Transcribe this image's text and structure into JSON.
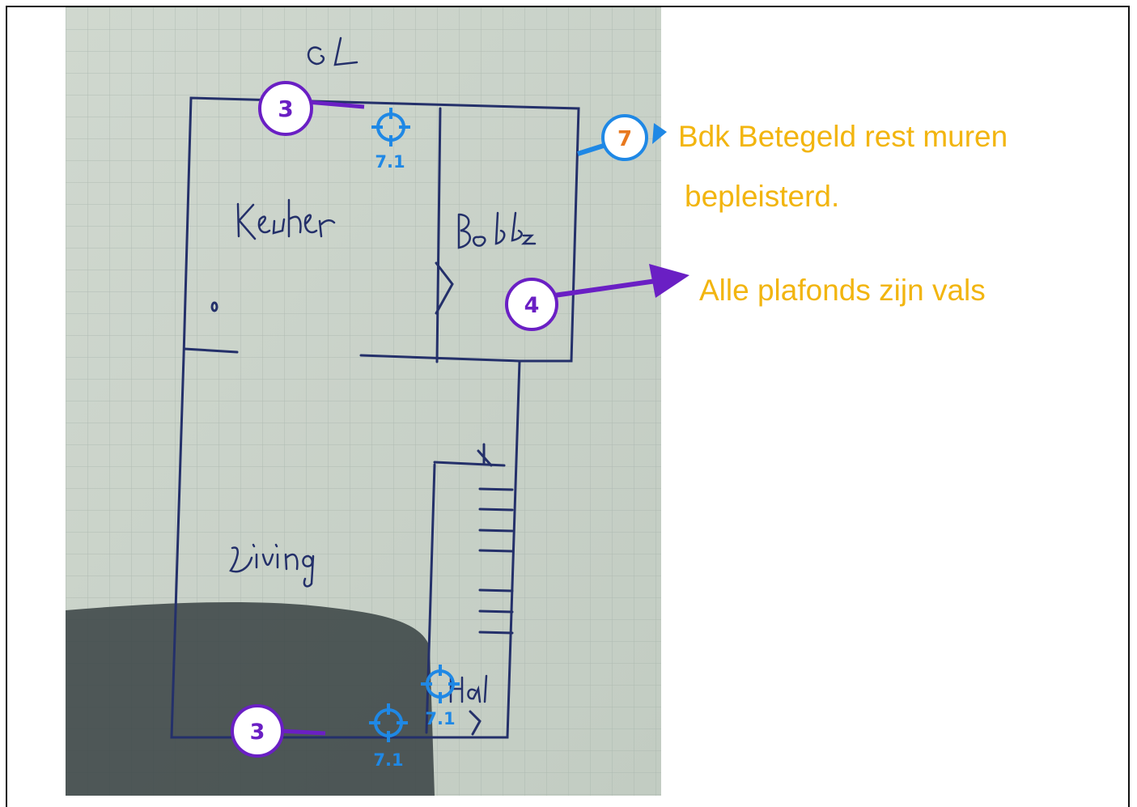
{
  "colors": {
    "paper": "#c9d2c7",
    "grid": "#a9b5ad",
    "ink": "#24306a",
    "shadow": "#3c4547",
    "marker_purple": "#6a1fc4",
    "marker_blue": "#1f88e5",
    "note_text": "#f2b50f"
  },
  "sketch": {
    "floor_label": "GL",
    "rooms": {
      "kitchen": "Keuken",
      "bathroom": "Badk",
      "living": "Living",
      "hall": "Hal"
    }
  },
  "markers": {
    "purple": [
      {
        "id": "3",
        "target": "top wall"
      },
      {
        "id": "4",
        "target": "bathroom ceiling"
      },
      {
        "id": "3",
        "target": "bottom wall"
      }
    ],
    "blue": [
      {
        "id": "7",
        "target": "bathroom wall"
      }
    ],
    "targets": [
      {
        "label": "7.1",
        "position": "kitchen ceiling"
      },
      {
        "label": "7.1",
        "position": "hall"
      },
      {
        "label": "7.1",
        "position": "living bottom"
      }
    ],
    "target_icon": "crosshair-icon"
  },
  "notes": {
    "bathroom": "Bdk Betegeld rest muren",
    "bathroom_cont": "bepleisterd.",
    "ceilings": "Alle plafonds zijn vals"
  }
}
